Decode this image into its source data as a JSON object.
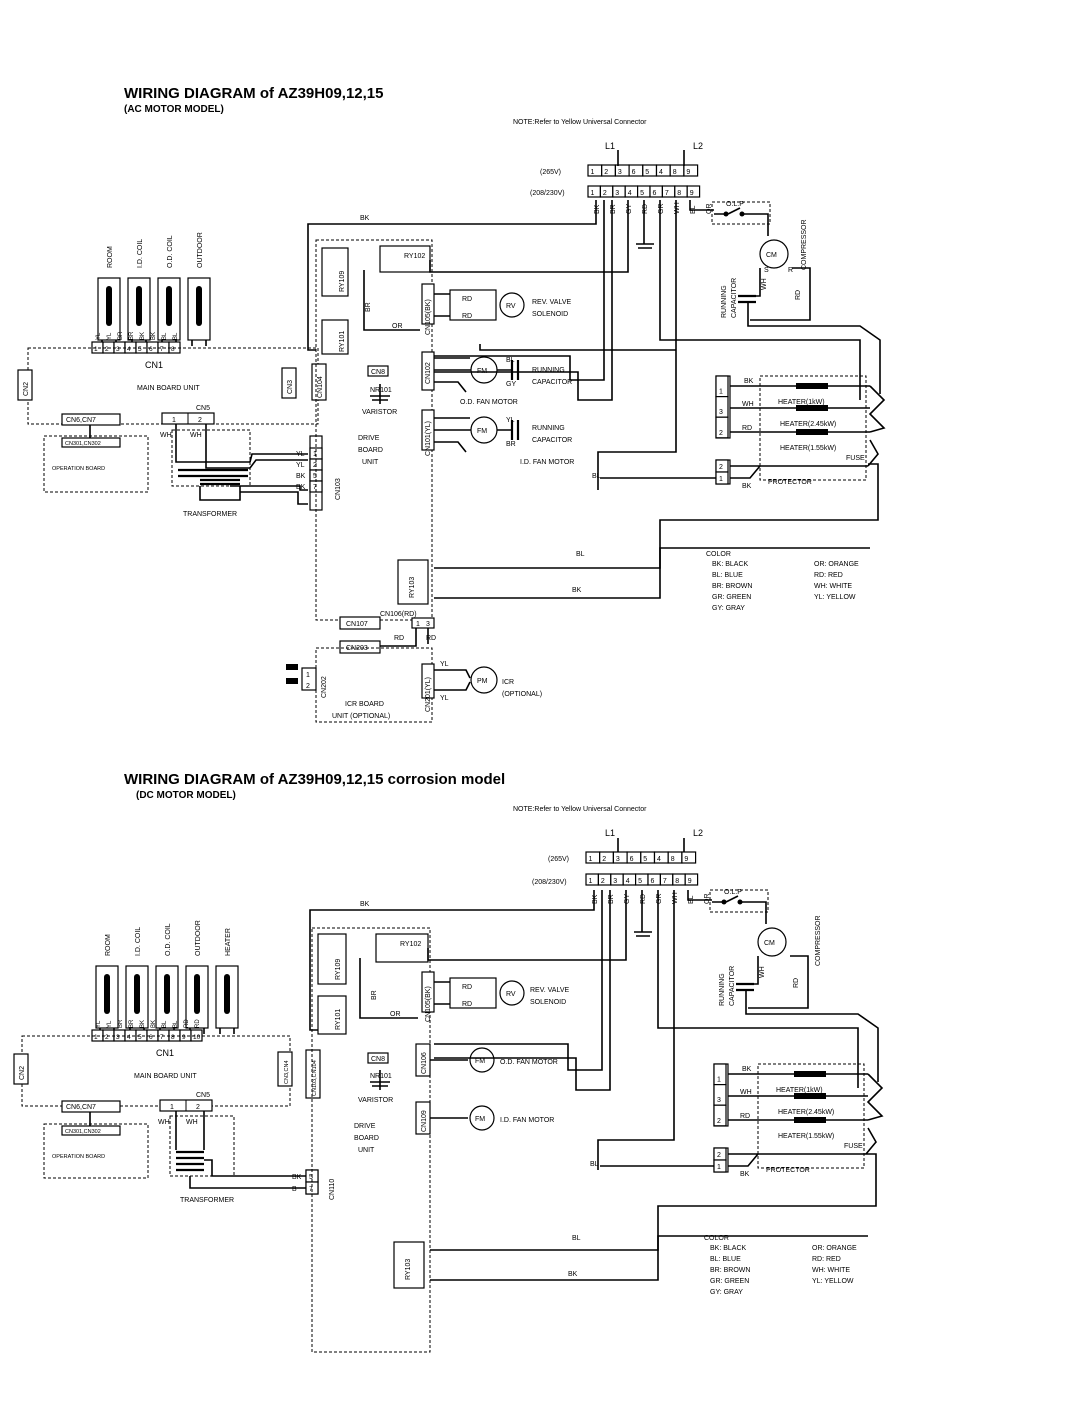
{
  "d1": {
    "title": "WIRING DIAGRAM of AZ39H09,12,15",
    "subtitle": "(AC MOTOR MODEL)",
    "note": "NOTE:Refer to Yellow Universal Connector",
    "l1": "L1",
    "l2": "L2",
    "v265": "(265V)",
    "v208": "(208/230V)",
    "pins265": [
      "1",
      "2",
      "3",
      "6",
      "5",
      "4",
      "8",
      "9"
    ],
    "pins208": [
      "1",
      "2",
      "3",
      "4",
      "5",
      "6",
      "7",
      "8",
      "9"
    ],
    "wires": [
      "BK",
      "BR",
      "GY",
      "RD",
      "GR",
      "WH",
      "BL",
      "OR"
    ],
    "sensors": [
      "ROOM",
      "I.D. COIL",
      "O.D. COIL",
      "OUTDOOR"
    ],
    "cn1_pins": [
      "1",
      "2",
      "3",
      "4",
      "5",
      "6",
      "7",
      "8"
    ],
    "cn1_wires": [
      "YL",
      "YL",
      "BR",
      "BR",
      "BK",
      "BK",
      "BL",
      "BL"
    ],
    "cn1": "CN1",
    "cn2": "CN2",
    "cn3": "CN3",
    "cn104": "CN104",
    "main_board": "MAIN BOARD UNIT",
    "cn6": "CN6,CN7",
    "cn5": "CN5",
    "cn5_pins": [
      "1",
      "2"
    ],
    "cn301": "CN301,CN302",
    "op_board": "OPERATION BOARD",
    "wh": "WH",
    "transformer": "TRANSFORMER",
    "cn103": "CN103",
    "cn103_pins": [
      "1",
      "2",
      "5",
      "7"
    ],
    "cn103_wires": [
      "YL",
      "YL",
      "BK",
      "BK"
    ],
    "drive": [
      "DRIVE",
      "BOARD",
      "UNIT"
    ],
    "cn8": "CN8",
    "nr": "NR101",
    "varistor": "VARISTOR",
    "ry109": "RY109",
    "ry101": "RY101",
    "ry102": "RY102",
    "ry103": "RY103",
    "br": "BR",
    "or": "OR",
    "bk": "BK",
    "bl": "BL",
    "rd": "RD",
    "gy": "GY",
    "yl": "YL",
    "cn105": "CN105(BK)",
    "cn102": "CN102",
    "cn101": "CN101(YL)",
    "rv": "RV",
    "rev": [
      "REV. VALVE",
      "SOLENOID"
    ],
    "fm": "FM",
    "running_cap": [
      "RUNNING",
      "CAPACITOR"
    ],
    "od_fan": "O.D. FAN MOTOR",
    "id_fan": "I.D. FAN MOTOR",
    "olp": "O.L.P",
    "cm": "CM",
    "compressor": "COMPRESSOR",
    "cm_pins": [
      "C",
      "S",
      "R"
    ],
    "running_capacitor_v": [
      "RUNNING",
      "CAPACITOR"
    ],
    "heaters": [
      "HEATER(1kW)",
      "HEATER(2.45kW)",
      "HEATER(1.55kW)"
    ],
    "heater_pins": [
      "1",
      "3",
      "2"
    ],
    "prot_pins": [
      "2",
      "1"
    ],
    "fuse": "FUSE",
    "protector": "PROTECTOR",
    "cn106": "CN106(RD)",
    "cn107": "CN107",
    "cn203": "CN203",
    "cn106_pins": [
      "1",
      "3"
    ],
    "cn202": "CN202",
    "cn202_pins": [
      "1",
      "2"
    ],
    "cn201": "CN201(YL)",
    "pm": "PM",
    "icr": [
      "ICR",
      "(OPTIONAL)"
    ],
    "icr_board": [
      "ICR BOARD",
      "UNIT (OPTIONAL)"
    ]
  },
  "d2": {
    "title": "WIRING DIAGRAM of AZ39H09,12,15 corrosion model",
    "subtitle": "(DC MOTOR MODEL)",
    "note": "NOTE:Refer to Yellow Universal Connector",
    "sensors": [
      "ROOM",
      "I.D. COIL",
      "O.D. COIL",
      "OUTDOOR",
      "HEATER"
    ],
    "cn1_pins": [
      "1",
      "2",
      "3",
      "4",
      "5",
      "6",
      "7",
      "8",
      "9",
      "10"
    ],
    "cn1_wires": [
      "YL",
      "YL",
      "BR",
      "BR",
      "BK",
      "BK",
      "BL",
      "BL",
      "RD",
      "RD"
    ],
    "cn3": "CN3,CN4",
    "cn104": "CN103,CN104",
    "cn110": "CN110",
    "cn110_pins": [
      "5",
      "7"
    ],
    "cn110_wires": [
      "BK",
      "B"
    ],
    "cn106": "CN106",
    "cn109": "CN109"
  },
  "legend": {
    "title": "COLOR",
    "left": [
      "BK: BLACK",
      "BL: BLUE",
      "BR: BROWN",
      "GR: GREEN",
      "GY: GRAY"
    ],
    "right": [
      "OR: ORANGE",
      "RD: RED",
      "WH: WHITE",
      "YL: YELLOW"
    ]
  }
}
